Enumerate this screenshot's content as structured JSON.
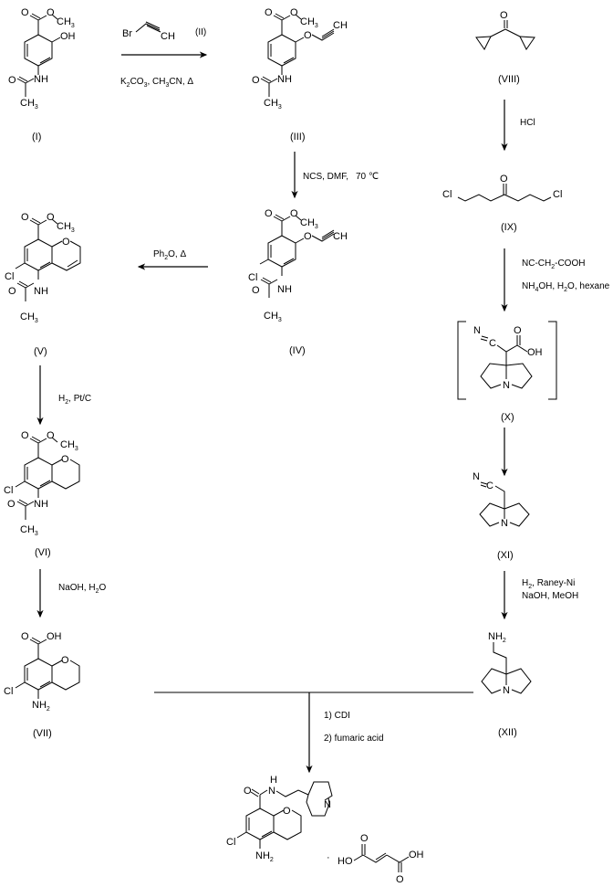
{
  "title": "Synthesis scheme of 5-amino-6-chloro-N-[2-(hexahydro-1H-pyrrolizin-7a-yl)ethyl]chromane-8-carboxamide fumarate",
  "compounds": {
    "I": {
      "label": "(I)",
      "atoms": {
        "o1": "O",
        "o2": "O",
        "ch3": "CH3",
        "oh": "OH",
        "o3": "O",
        "nh": "NH",
        "ch3b": "CH3"
      }
    },
    "II": {
      "label": "(II)",
      "atoms": {
        "br": "Br",
        "ch": "CH"
      }
    },
    "III": {
      "label": "(III)",
      "atoms": {
        "o1": "O",
        "o2": "O",
        "ch3": "CH3",
        "o4": "O",
        "ch": "CH",
        "o3": "O",
        "nh": "NH",
        "ch3b": "CH3"
      }
    },
    "IV": {
      "label": "(IV)",
      "atoms": {
        "o1": "O",
        "o2": "O",
        "ch3": "CH3",
        "o4": "O",
        "ch": "CH",
        "cl": "Cl",
        "o3": "O",
        "nh": "NH",
        "ch3b": "CH3"
      }
    },
    "V": {
      "label": "(V)",
      "atoms": {
        "o1": "O",
        "o2": "O",
        "ch3": "CH3",
        "oring": "O",
        "cl": "Cl",
        "o3": "O",
        "nh": "NH",
        "ch3b": "CH3"
      }
    },
    "VI": {
      "label": "(VI)",
      "atoms": {
        "o1": "O",
        "o2": "O",
        "ch3": "CH3",
        "oring": "O",
        "cl": "Cl",
        "o3": "O",
        "nh": "NH",
        "ch3b": "CH3"
      }
    },
    "VII": {
      "label": "(VII)",
      "atoms": {
        "o1": "O",
        "oh": "OH",
        "oring": "O",
        "cl": "Cl",
        "nh2": "NH2"
      }
    },
    "VIII": {
      "label": "(VIII)",
      "atoms": {
        "o": "O"
      }
    },
    "IX": {
      "label": "(IX)",
      "atoms": {
        "o": "O",
        "cl1": "Cl",
        "cl2": "Cl"
      }
    },
    "X": {
      "label": "(X)",
      "atoms": {
        "n": "N",
        "c": "C",
        "o": "O",
        "oh": "OH",
        "nring": "N"
      }
    },
    "XI": {
      "label": "(XI)",
      "atoms": {
        "n": "N",
        "c": "C",
        "nring": "N"
      }
    },
    "XII": {
      "label": "(XII)",
      "atoms": {
        "nh2": "NH2",
        "nring": "N"
      }
    },
    "product": {
      "atoms": {
        "o": "O",
        "nh_h": "H",
        "n": "N",
        "oring": "O",
        "cl": "Cl",
        "nh2": "NH2",
        "nring": "N",
        "dot": "·"
      }
    },
    "fumaric": {
      "atoms": {
        "o1": "O",
        "ho": "HO",
        "oh": "OH",
        "o2": "O"
      }
    }
  },
  "reagents": {
    "step1": {
      "compound": "(II)",
      "line": "K2CO3, CH3CN,  Δ"
    },
    "step2": {
      "line": "NCS, DMF,  70 ℃"
    },
    "step3": {
      "line": "Ph2O,  Δ"
    },
    "step4": {
      "line": "H2, Pt/C"
    },
    "step5": {
      "line": "NaOH, H2O"
    },
    "step6": {
      "line": "HCl"
    },
    "step7": {
      "line1": "NC-CH2-COOH",
      "line2": "NH4OH, H2O, hexane"
    },
    "step8": {
      "line1": "H2, Raney-Ni",
      "line2": "NaOH, MeOH"
    },
    "step9": {
      "line1": "1) CDI",
      "line2": "2) fumaric acid"
    }
  },
  "text": {
    "k2co3": [
      "K",
      "2",
      "CO",
      "3",
      ", CH",
      "3",
      "CN,",
      "Δ"
    ],
    "ncs": "NCS, DMF,",
    "temp": "70 ℃",
    "ph2o": [
      "Ph",
      "2",
      "O,",
      "Δ"
    ],
    "h2ptc": [
      "H",
      "2",
      ", Pt/C"
    ],
    "naoh": [
      "NaOH, H",
      "2",
      "O"
    ],
    "hcl": "HCl",
    "nc": [
      "NC-CH",
      "2",
      "-COOH"
    ],
    "nh4oh": [
      "NH",
      "4",
      "OH, H",
      "2",
      "O, hexane"
    ],
    "raney": [
      "H",
      "2",
      ", Raney-Ni"
    ],
    "naohmeoh": "NaOH, MeOH",
    "cdi": "1) CDI",
    "fum": "2) fumaric acid"
  }
}
